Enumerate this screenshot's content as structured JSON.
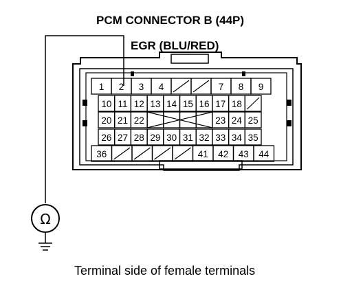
{
  "title": "PCM CONNECTOR B (44P)",
  "wire_label": "EGR (BLU/RED)",
  "caption": "Terminal side of female terminals",
  "meter_symbol": "Ω",
  "probed_terminal": "2",
  "ink_color": "#000000",
  "background_color": "#ffffff",
  "terminal_rows": [
    {
      "row": 1,
      "pins": [
        "1",
        "2",
        "3",
        "4",
        "",
        "",
        "7",
        "8",
        "9"
      ]
    },
    {
      "row": 2,
      "pins": [
        "10",
        "11",
        "12",
        "13",
        "14",
        "15",
        "16",
        "17",
        "18",
        ""
      ]
    },
    {
      "row": 3,
      "pins": [
        "20",
        "21",
        "22",
        "",
        "",
        "",
        "",
        "23",
        "24",
        "25"
      ]
    },
    {
      "row": 4,
      "pins": [
        "26",
        "27",
        "28",
        "29",
        "30",
        "31",
        "32",
        "33",
        "34",
        "35"
      ]
    },
    {
      "row": 5,
      "pins": [
        "36",
        "",
        "",
        "",
        "",
        "41",
        "42",
        "43",
        "44"
      ]
    }
  ]
}
